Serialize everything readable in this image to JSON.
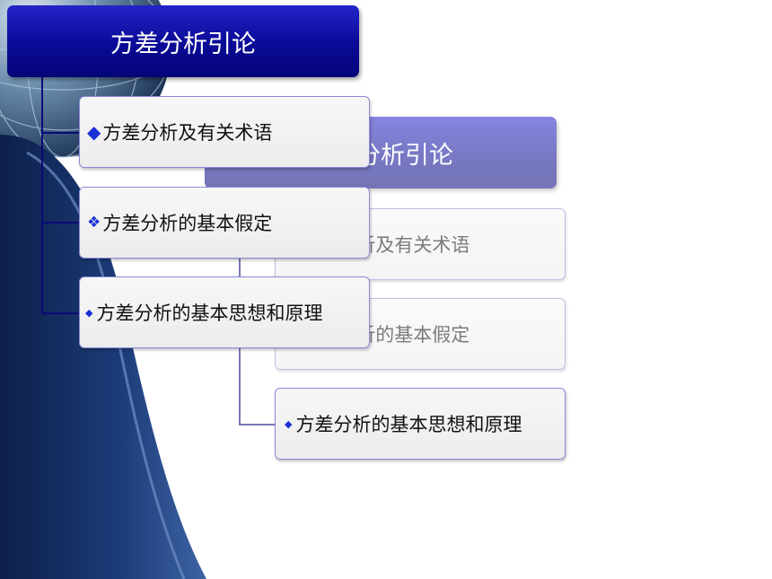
{
  "slide": {
    "title": "方差分析引论",
    "items": [
      {
        "label": "方差分析及有关术语",
        "bullet": "◆",
        "icon": "diamond-bullet-icon"
      },
      {
        "label": "方差分析的基本假定",
        "bullet": "❖",
        "icon": "four-diamond-bullet-icon"
      },
      {
        "label": "方差分析的基本思想和原理",
        "bullet": "◆",
        "icon": "small-diamond-bullet-icon"
      }
    ]
  },
  "colors": {
    "title_bg": "#0a0a96",
    "bullet": "#1a2fd6",
    "connector": "#0a0a7a",
    "item_border": "#8a8ad8"
  }
}
